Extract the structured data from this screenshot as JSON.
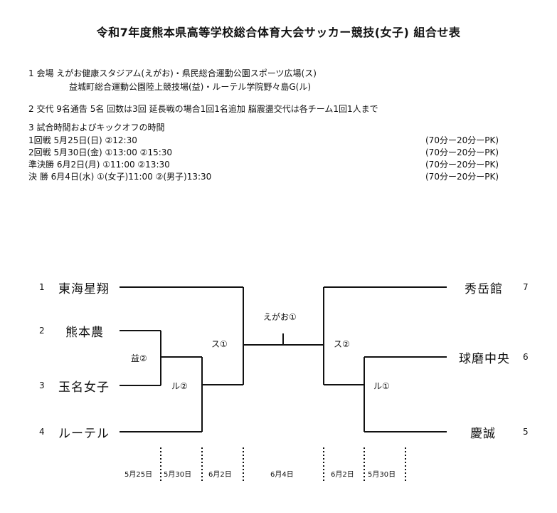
{
  "title": "令和7年度熊本県高等学校総合体育大会サッカー競技(女子) 組合せ表",
  "info": {
    "venue_line1": "1 会場 えがお健康スタジアム(えがお)・県民総合運動公園スポーツ広場(ス)",
    "venue_line2": "益城町総合運動公園陸上競技場(益)・ルーテル学院野々島G(ル)",
    "subs": "2 交代 9名通告 5名 回数は3回 延長戦の場合1回1名追加 脳震盪交代は各チーム1回1人まで",
    "kickoff_heading": "3 試合時間およびキックオフの時間",
    "rounds": [
      {
        "text": "1回戦 5月25日(日) ②12:30",
        "format": "(70分ー20分ーPK)"
      },
      {
        "text": "2回戦 5月30日(金) ①13:00 ②15:30",
        "format": "(70分ー20分ーPK)"
      },
      {
        "text": "準決勝 6月2日(月) ①11:00 ②13:30",
        "format": "(70分ー20分ーPK)"
      },
      {
        "text": "決 勝 6月4日(水) ①(女子)11:00 ②(男子)13:30",
        "format": "(70分ー20分ーPK)"
      }
    ]
  },
  "bracket": {
    "left_teams": [
      {
        "seed": "1",
        "name": "東海星翔"
      },
      {
        "seed": "2",
        "name": "熊本農"
      },
      {
        "seed": "3",
        "name": "玉名女子"
      },
      {
        "seed": "4",
        "name": "ルーテル"
      }
    ],
    "right_teams": [
      {
        "seed": "7",
        "name": "秀岳館"
      },
      {
        "seed": "6",
        "name": "球磨中央"
      },
      {
        "seed": "5",
        "name": "慶誠"
      }
    ],
    "venues": {
      "left_r1": "益②",
      "left_r2": "ル②",
      "left_semi": "ス①",
      "final": "えがお①",
      "right_semi": "ス②",
      "right_r2": "ル①"
    },
    "dates": [
      "5月25日",
      "5月30日",
      "6月2日",
      "6月4日",
      "6月2日",
      "5月30日"
    ]
  },
  "colors": {
    "line": "#111111",
    "text": "#111111"
  }
}
